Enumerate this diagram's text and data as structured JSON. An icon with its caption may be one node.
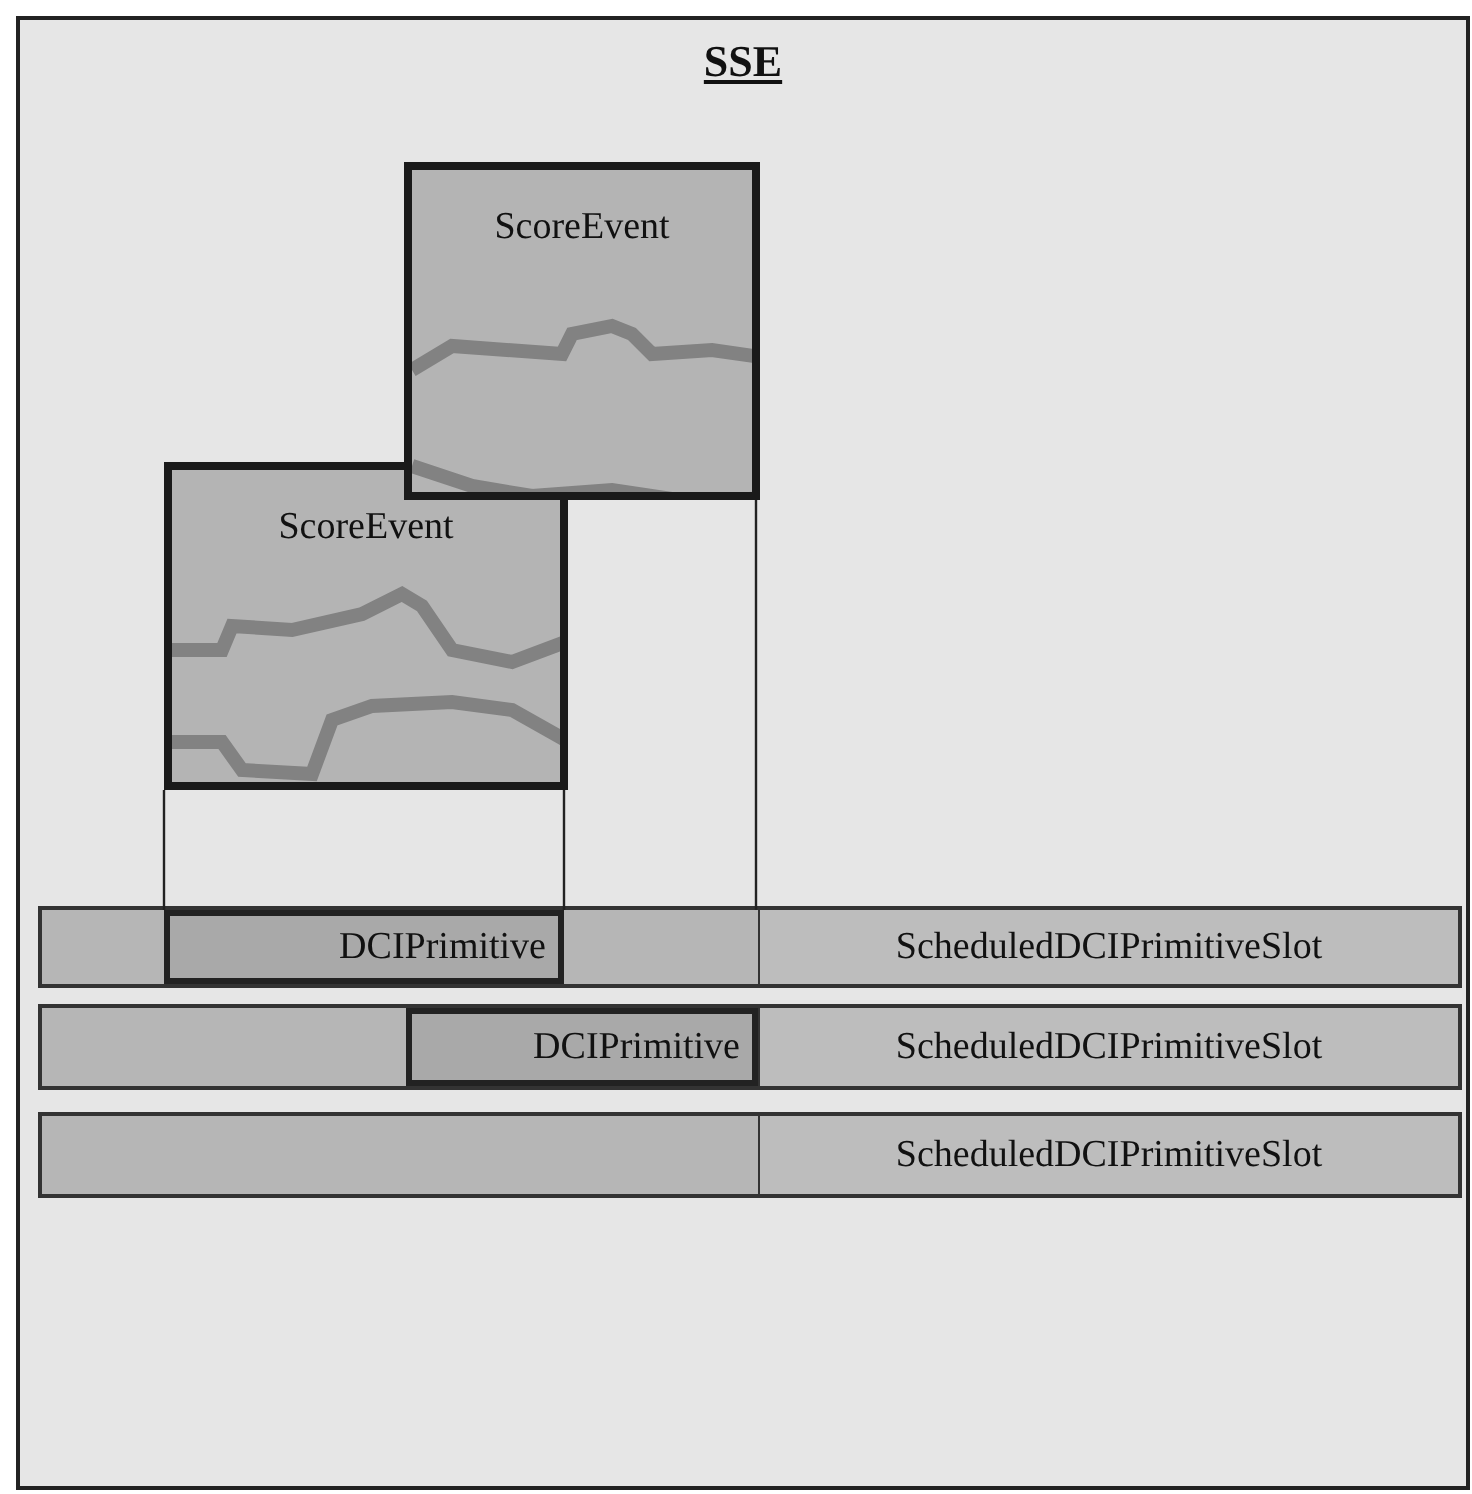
{
  "diagram": {
    "nodes": [
      {
        "text": [
          "SSE"
        ]
      },
      {
        "text": [
          "ScoreEvent"
        ],
        "in": 0
      },
      {
        "text": [
          "ScoreEvent"
        ],
        "in": 0
      },
      {
        "text": [
          "DCIPrimitive"
        ],
        "in": 0
      },
      {
        "text": [
          "ScheduledDCIPrimitiveSlot"
        ],
        "in": 0
      },
      {
        "text": [
          "DCIPrimitive"
        ],
        "in": 0
      },
      {
        "text": [
          "ScheduledDCIPrimitiveSlot"
        ],
        "in": 0
      },
      {
        "text": [
          "ScheduledDCIPrimitiveSlot"
        ],
        "in": 0
      }
    ],
    "edges": [
      {
        "from": 2,
        "to": 3,
        "arrow": "none"
      },
      {
        "from": 2,
        "to": 3,
        "arrow": "none"
      },
      {
        "from": 1,
        "to": 4,
        "arrow": "none"
      }
    ]
  }
}
